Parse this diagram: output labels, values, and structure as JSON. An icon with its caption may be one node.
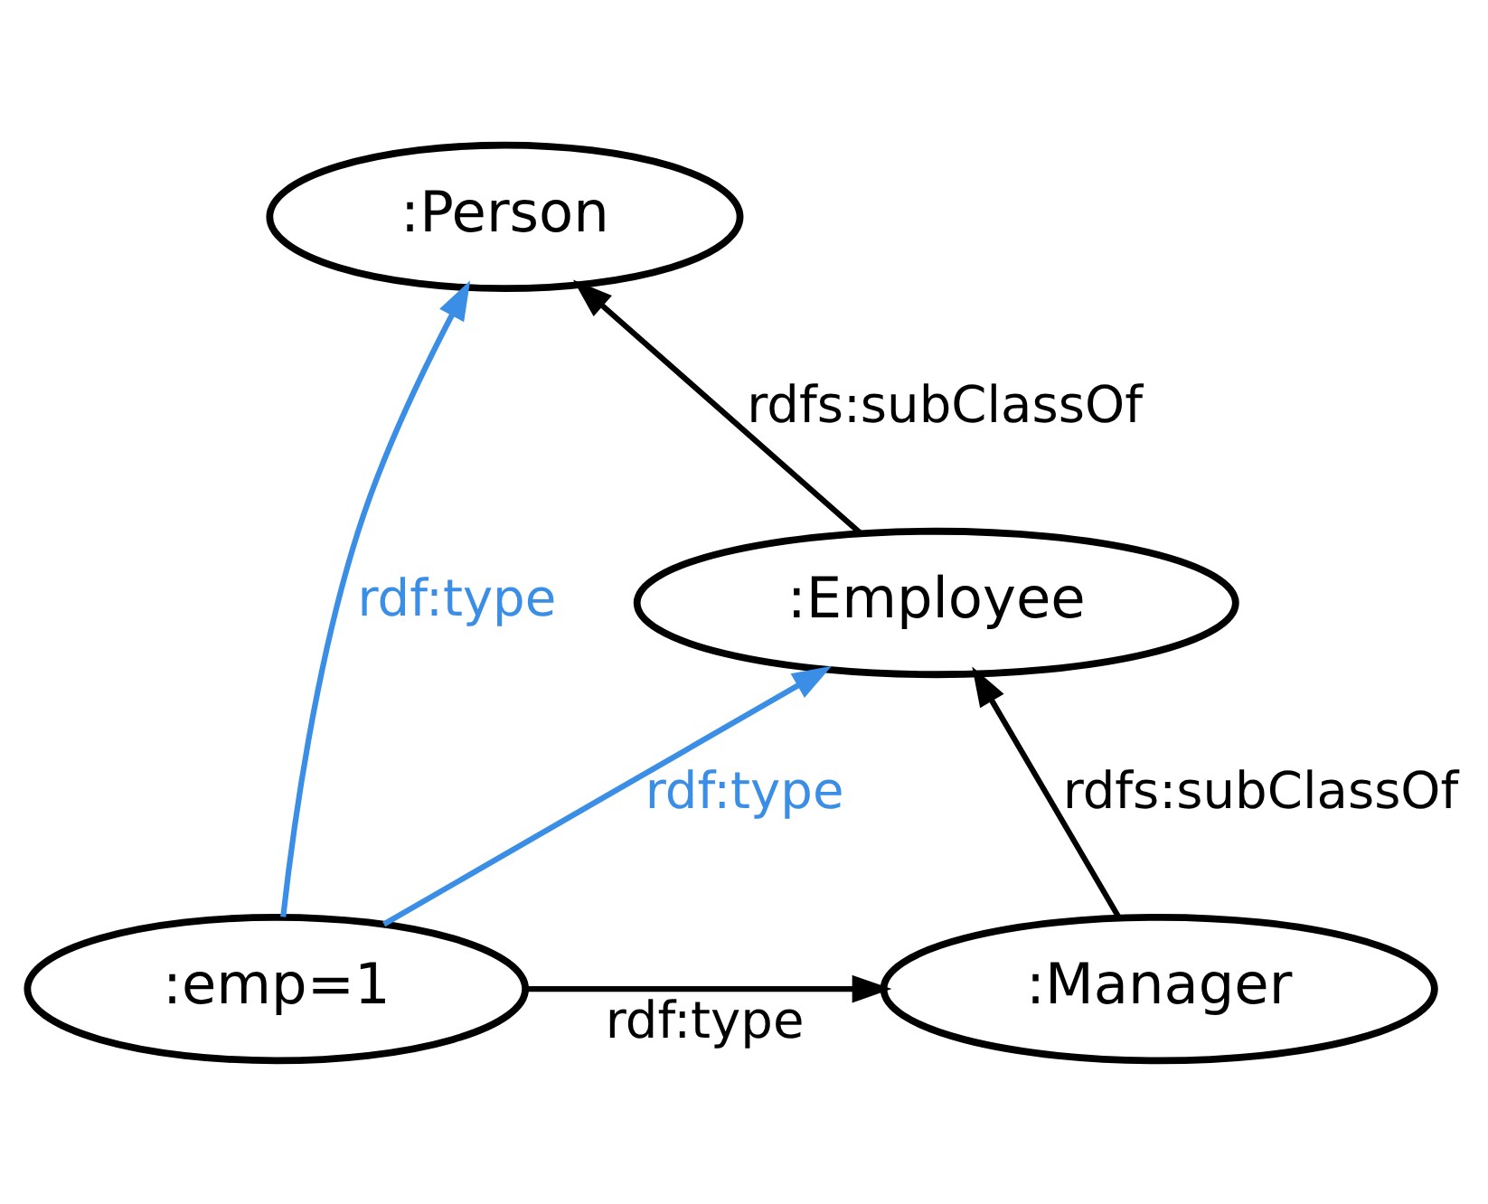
{
  "diagram": {
    "nodes": [
      {
        "text": [
          ":Person"
        ]
      },
      {
        "text": [
          ":Employee"
        ]
      },
      {
        "text": [
          ":Manager"
        ]
      },
      {
        "text": [
          ":emp=1"
        ]
      }
    ],
    "edges": [
      {
        "from": 2,
        "to": 1,
        "arrow": "to",
        "label": "rdfs:subClassOf"
      },
      {
        "from": 1,
        "to": 0,
        "arrow": "to",
        "label": "rdfs:subClassOf"
      },
      {
        "from": 3,
        "to": 2,
        "arrow": "to",
        "label": "rdf:type"
      },
      {
        "from": 3,
        "to": 1,
        "arrow": "to",
        "label": "rdf:type",
        "color": "#3a8ee6"
      },
      {
        "from": 3,
        "to": 0,
        "arrow": "to",
        "label": "rdf:type",
        "color": "#3a8ee6"
      }
    ]
  }
}
